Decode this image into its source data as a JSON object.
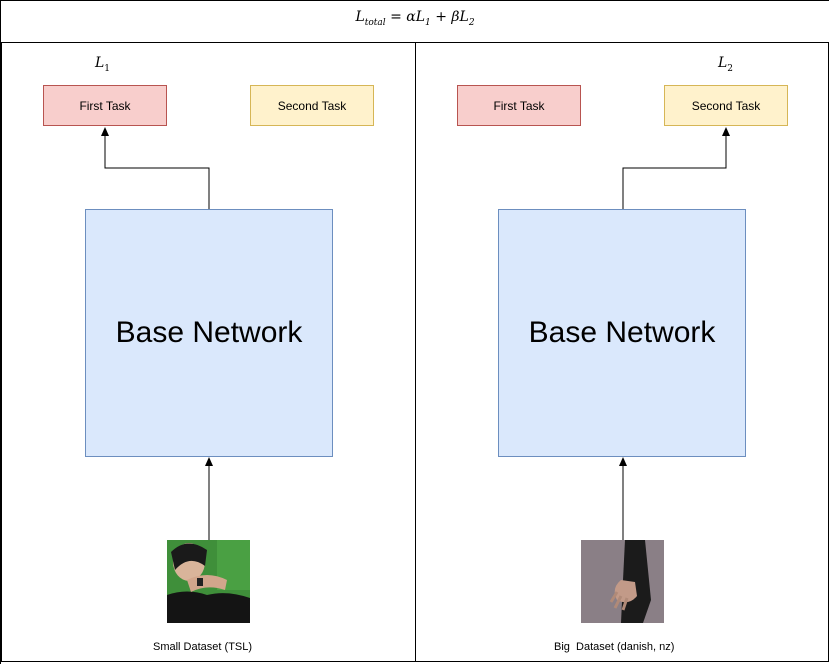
{
  "formula": {
    "lhs_symbol": "L",
    "lhs_sub": "total",
    "rhs": " = αL",
    "rhs_sub1": "1",
    "rhs_mid": " + βL",
    "rhs_sub2": "2"
  },
  "left_panel": {
    "loss_symbol": "L",
    "loss_sub": "1",
    "first_task": "First Task",
    "second_task": "Second Task",
    "base_network": "Base Network",
    "caption": "Small Dataset (TSL)"
  },
  "right_panel": {
    "loss_symbol": "L",
    "loss_sub": "2",
    "first_task": "First Task",
    "second_task": "Second Task",
    "base_network": "Base Network",
    "caption": "Big  Dataset (danish, nz)"
  },
  "colors": {
    "first_task_fill": "#f8cecc",
    "second_task_fill": "#fff2cc",
    "base_fill": "#dae8fc"
  }
}
